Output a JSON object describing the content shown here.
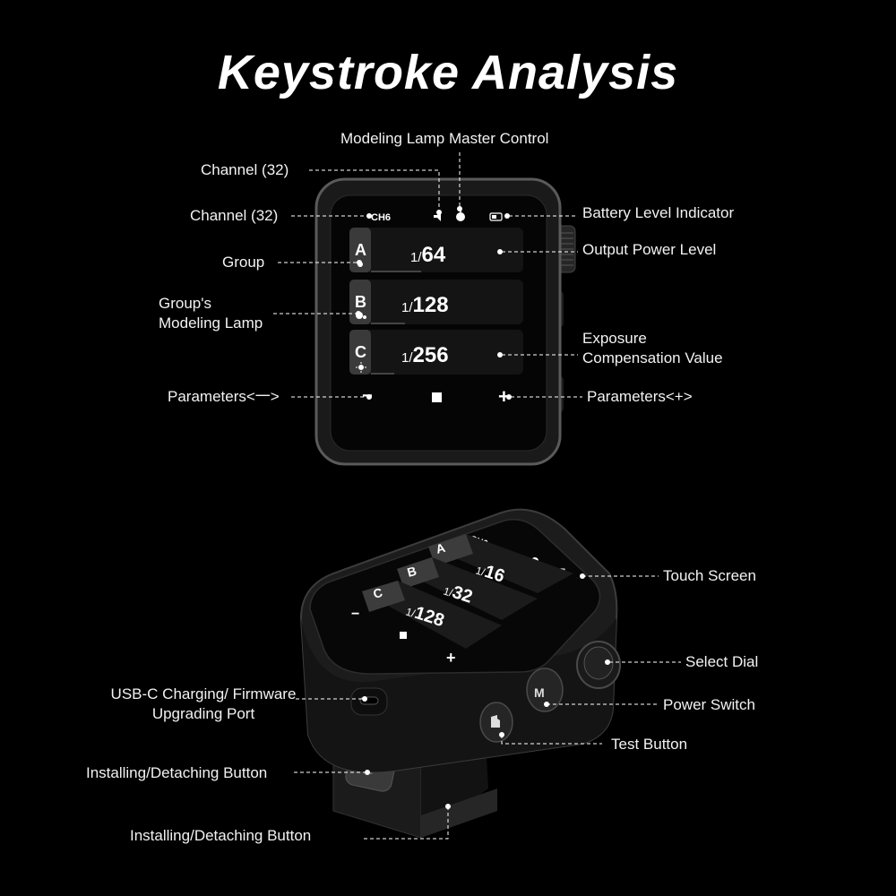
{
  "title": "Keystroke Analysis",
  "top_device": {
    "channel_text": "CH6",
    "groups": [
      {
        "letter": "A",
        "fraction_prefix": "1/",
        "power": "64"
      },
      {
        "letter": "B",
        "fraction_prefix": "1/",
        "power": "128"
      },
      {
        "letter": "C",
        "fraction_prefix": "1/",
        "power": "256"
      }
    ],
    "buttons": {
      "minus": "−",
      "stop": "■",
      "plus": "+"
    }
  },
  "bottom_device": {
    "channel_text": "CH6",
    "groups": [
      {
        "letter": "A",
        "fraction_prefix": "1/",
        "power": "16"
      },
      {
        "letter": "B",
        "fraction_prefix": "1/",
        "power": "32"
      },
      {
        "letter": "C",
        "fraction_prefix": "1/",
        "power": "128"
      }
    ],
    "buttons": {
      "minus": "−",
      "plus": "+"
    }
  },
  "labels": {
    "modeling_lamp_master": "Modeling Lamp Master Control",
    "channel_1": "Channel (32)",
    "channel_2": "Channel (32)",
    "battery": "Battery Level Indicator",
    "group": "Group",
    "output_power": "Output Power Level",
    "group_modeling_lamp": "Group's Modeling Lamp",
    "exposure_comp": "Exposure Compensation Value",
    "param_minus": "Parameters<一>",
    "param_plus": "Parameters<+>",
    "touch_screen": "Touch Screen",
    "select_dial": "Select Dial",
    "usb_c": "USB-C Charging/ Firmware Upgrading Port",
    "power_switch": "Power Switch",
    "test_button": "Test Button",
    "install_1": "Installing/Detaching Button",
    "install_2": "Installing/Detaching Button"
  },
  "icons": [
    "mute-icon",
    "lamp-icon",
    "battery-icon",
    "bulb-icon",
    "modeling-lamp-icon",
    "test-hand-icon",
    "power-mode-icon",
    "usb-port-icon"
  ]
}
